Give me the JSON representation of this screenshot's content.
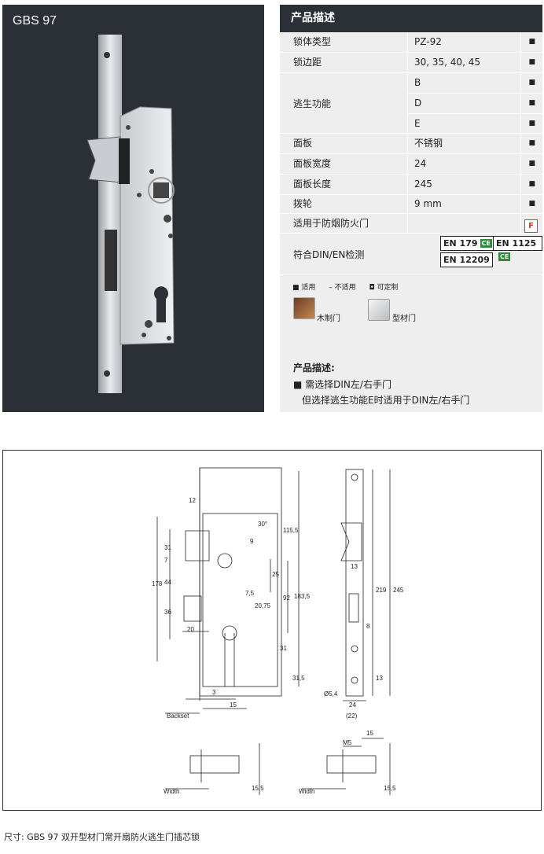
{
  "photo": {
    "title": "GBS 97"
  },
  "spec": {
    "header": "产品描述",
    "rows": [
      {
        "label": "锁体类型",
        "value": "PZ-92",
        "mark": "■"
      },
      {
        "label": "锁边距",
        "value": "30, 35, 40, 45",
        "mark": "■"
      },
      {
        "label": "逃生功能",
        "value": "B",
        "mark": "■"
      },
      {
        "label": "",
        "value": "D",
        "mark": "■"
      },
      {
        "label": "",
        "value": "E",
        "mark": "■"
      },
      {
        "label": "面板",
        "value": "不锈钢",
        "mark": "■"
      },
      {
        "label": "面板宽度",
        "value": "24",
        "mark": "■"
      },
      {
        "label": "面板长度",
        "value": "245",
        "mark": "■"
      },
      {
        "label": "拨轮",
        "value": "9 mm",
        "mark": "■"
      }
    ],
    "fire_door_label": "适用于防烟防火门",
    "fire_door_tag": "F",
    "din_label": "符合DIN/EN检测",
    "badges": [
      {
        "text": "EN 179",
        "grade": "CE"
      },
      {
        "text": "EN 1125",
        "grade": "CE"
      },
      {
        "text": "EN 12209",
        "grade": ""
      }
    ],
    "legend": {
      "applicable": "■ 适用",
      "not_applicable": "– 不适用",
      "customizable": "◘ 可定制"
    },
    "door_types": {
      "wood": "木制门",
      "profile": "型材门"
    },
    "description": {
      "title": "产品描述:",
      "line1": "■ 需选择DIN左/右手门",
      "line2": "但选择逃生功能E时适用于DIN左/右手门"
    }
  },
  "drawing": {
    "dims_front": [
      "12",
      "31",
      "7",
      "44",
      "36",
      "20",
      "178",
      "3",
      "15",
      "30°",
      "9",
      "25",
      "7,5",
      "20,75",
      "92",
      "183,5",
      "115,5",
      "31",
      "31,5"
    ],
    "dims_side": [
      "13",
      "219",
      "245",
      "8",
      "13",
      "Ø5,4",
      "24",
      "(22)"
    ],
    "backset_label": "Backset",
    "width_label": "Width",
    "dims_bottom_left": [
      "15,5"
    ],
    "dims_bottom_right": [
      "15",
      "M5",
      "15,5"
    ]
  },
  "caption": "尺寸: GBS 97 双开型材门常开扇防火逃生门插芯锁",
  "colors": {
    "dark_panel": "#2b3036",
    "spec_bg": "#eeeeee",
    "fire_red": "#dd3333",
    "ce_green": "#2e8b3a"
  }
}
